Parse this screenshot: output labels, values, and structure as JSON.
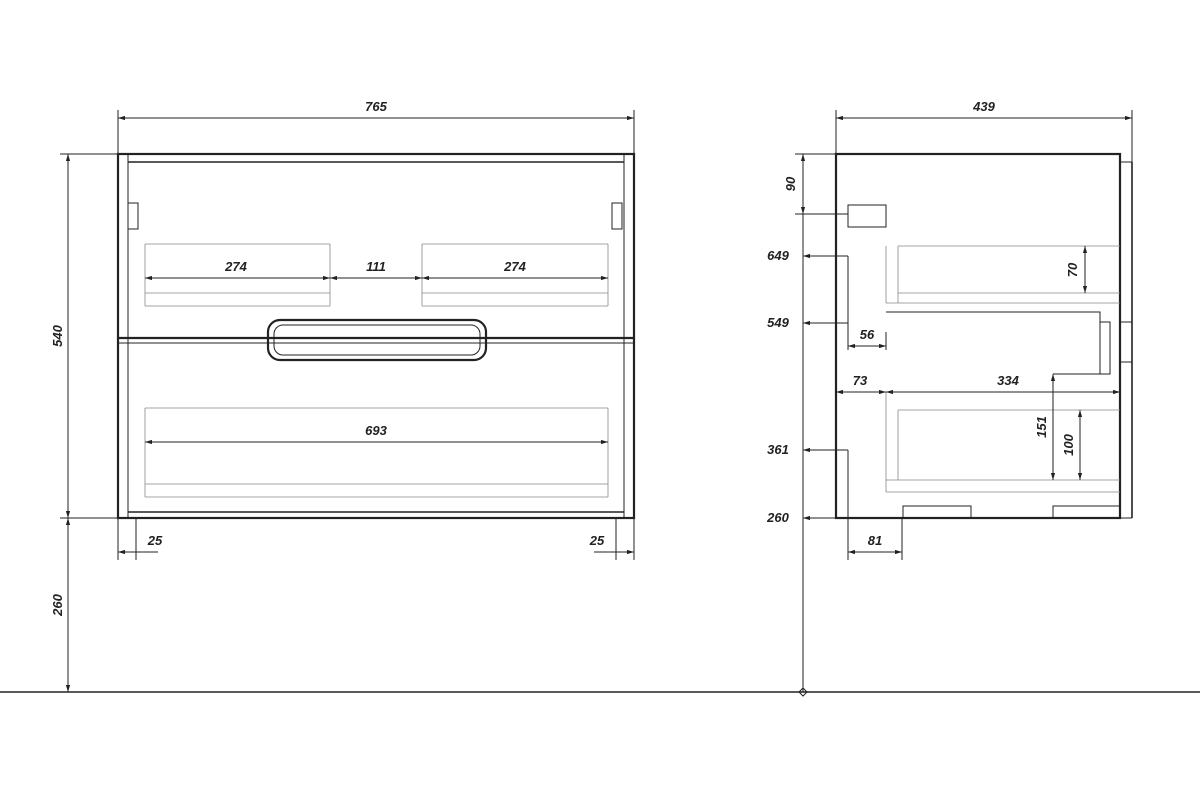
{
  "front_view": {
    "dims": {
      "overall_width": "765",
      "overall_height": "540",
      "floor_gap": "260",
      "drawer_left_width": "274",
      "drawer_gap": "111",
      "drawer_right_width": "274",
      "lower_drawer_width": "693",
      "left_offset": "25",
      "right_offset": "25"
    }
  },
  "side_view": {
    "dims": {
      "overall_depth": "439",
      "top_offset": "90",
      "level_649": "649",
      "level_549": "549",
      "level_361": "361",
      "level_260": "260",
      "upper_depth_70": "70",
      "inset_56": "56",
      "inset_73": "73",
      "drawer_depth_334": "334",
      "height_151": "151",
      "height_100": "100",
      "inset_81": "81"
    }
  }
}
